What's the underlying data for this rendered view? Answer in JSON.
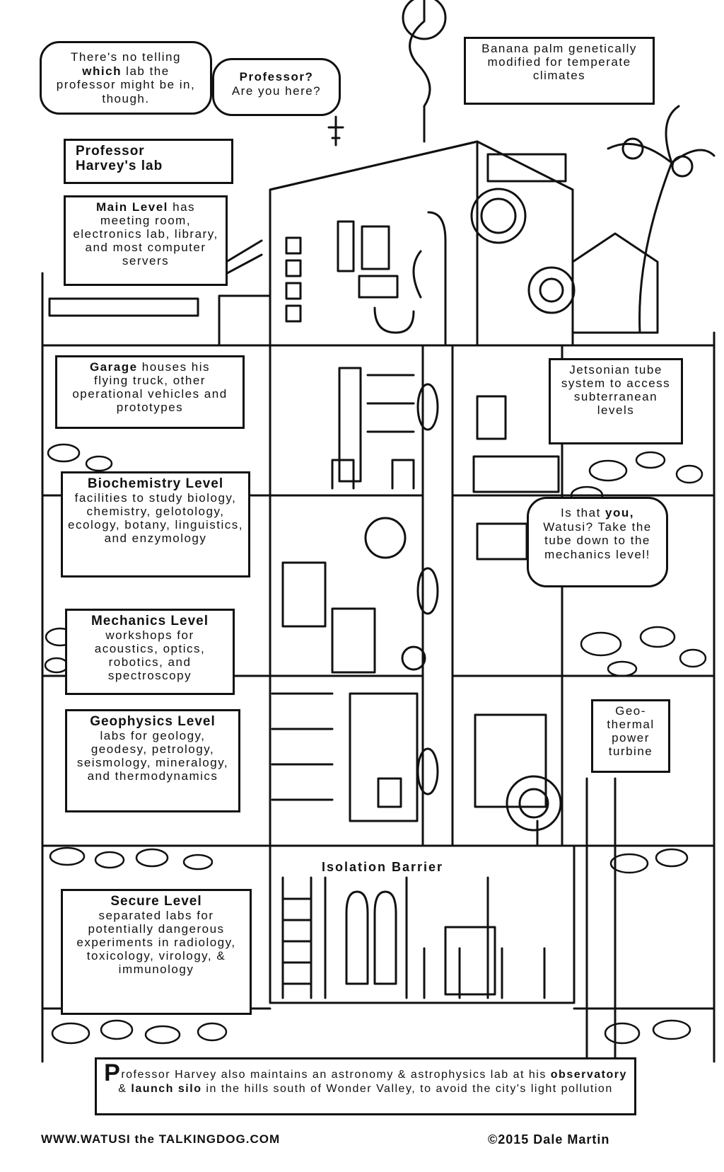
{
  "bubbles": {
    "telling": {
      "pre": "There's no telling ",
      "bold": "which",
      "post": " lab the professor might be in, though."
    },
    "professor": {
      "bold": "Professor?",
      "rest": "Are you here?"
    },
    "watusi": {
      "pre": "Is that ",
      "bold": "you,",
      "post": " Watusi? Take the tube down to the mechanics level!"
    }
  },
  "boxes": {
    "banana": "Banana palm genetically modified for temperate climates",
    "title": {
      "line1": "Professor",
      "line2": "Harvey's lab"
    },
    "main": {
      "head": "Main Level",
      "tail": " has",
      "body": "meeting room, electronics lab, library, and most computer servers"
    },
    "garage": {
      "head": "Garage",
      "tail": " houses his",
      "body": "flying truck, other operational vehicles and prototypes"
    },
    "tube": "Jetsonian tube system to access subterranean levels",
    "biochem": {
      "head": "Biochemistry Level",
      "body": "facilities to study biology, chemistry, gelotology, ecology, botany, linguistics, and enzymology"
    },
    "mechanics": {
      "head": "Mechanics Level",
      "body": "workshops for acoustics, optics, robotics, and spectroscopy"
    },
    "geophysics": {
      "head": "Geophysics Level",
      "body": "labs for geology, geodesy, petrology, seismology, mineralogy, and thermodynamics"
    },
    "geothermal": "Geo- thermal power turbine",
    "isolation": "Isolation Barrier",
    "secure": {
      "head": "Secure Level",
      "body": "separated labs for potentially dangerous experiments in radiology, toxicology, virology, & immunology"
    },
    "bottom": {
      "initial": "P",
      "a": "rofessor Harvey also maintains an astronomy & astrophysics lab at his ",
      "b1": "observatory",
      "c": " & ",
      "b2": "launch silo",
      "d": " in the hills south of Wonder Valley, to avoid the city's light pollution"
    }
  },
  "credits": {
    "url": "WWW.WATUSI the TALKINGDOG.COM",
    "copyright": "©2015 Dale Martin"
  },
  "colors": {
    "ink": "#111111",
    "paper": "#ffffff"
  }
}
